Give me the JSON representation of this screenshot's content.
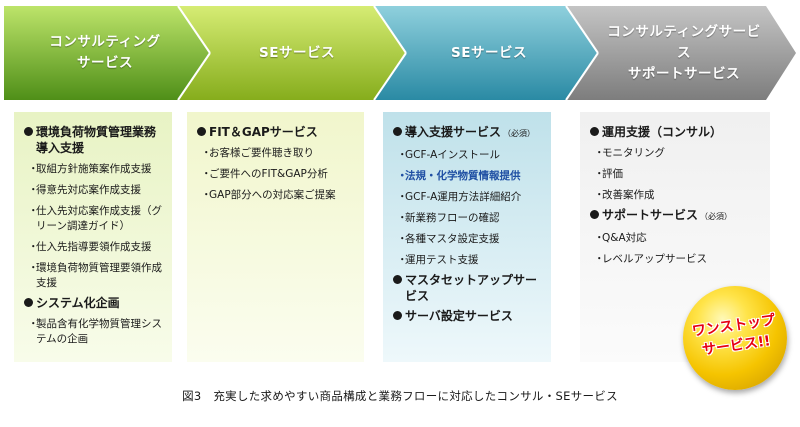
{
  "phases": [
    {
      "lines": [
        "コンサルティング",
        "サービス"
      ],
      "colors": {
        "top": "#bde46a",
        "bottom": "#4f8f18"
      }
    },
    {
      "lines": [
        "SEサービス"
      ],
      "colors": {
        "top": "#d6ec74",
        "bottom": "#86ad1c"
      }
    },
    {
      "lines": [
        "SEサービス"
      ],
      "colors": {
        "top": "#8fd0dd",
        "bottom": "#2a8aa4"
      }
    },
    {
      "lines": [
        "コンサルティングサービス",
        "サポートサービス"
      ],
      "colors": {
        "top": "#c4c4c4",
        "bottom": "#7d7d7d"
      }
    }
  ],
  "columns": [
    {
      "items": [
        {
          "type": "major",
          "text": "環境負荷物質管理業務導入支援"
        },
        {
          "type": "sub",
          "text": "取組方針施策案作成支援"
        },
        {
          "type": "sub",
          "text": "得意先対応案作成支援"
        },
        {
          "type": "sub",
          "text": "仕入先対応案作成支援（グリーン調達ガイド）"
        },
        {
          "type": "sub",
          "text": "仕入先指導要領作成支援"
        },
        {
          "type": "sub",
          "text": "環境負荷物質管理要領作成支援"
        },
        {
          "type": "major",
          "text": "システム化企画"
        },
        {
          "type": "sub",
          "text": "製品含有化学物質管理システムの企画"
        }
      ]
    },
    {
      "items": [
        {
          "type": "major",
          "text": "FIT＆GAPサービス"
        },
        {
          "type": "sub",
          "text": "お客様ご要件聴き取り"
        },
        {
          "type": "sub",
          "text": "ご要件へのFIT&GAP分析"
        },
        {
          "type": "sub",
          "text": "GAP部分への対応案ご提案"
        }
      ]
    },
    {
      "items": [
        {
          "type": "major",
          "text": "導入支援サービス",
          "note": "（必須）"
        },
        {
          "type": "sub",
          "text": "GCF-Aインストール"
        },
        {
          "type": "sub",
          "text": "法規・化学物質情報提供",
          "highlight": true
        },
        {
          "type": "sub",
          "text": "GCF-A運用方法詳細紹介"
        },
        {
          "type": "sub",
          "text": "新業務フローの確認"
        },
        {
          "type": "sub",
          "text": "各種マスタ設定支援"
        },
        {
          "type": "sub",
          "text": "運用テスト支援"
        },
        {
          "type": "major",
          "text": "マスタセットアップサービス"
        },
        {
          "type": "major",
          "text": "サーバ設定サービス"
        }
      ]
    },
    {
      "items": [
        {
          "type": "major",
          "text": "運用支援（コンサル）"
        },
        {
          "type": "sub",
          "text": "モニタリング"
        },
        {
          "type": "sub",
          "text": "評価"
        },
        {
          "type": "sub",
          "text": "改善案作成"
        },
        {
          "type": "major",
          "text": "サポートサービス",
          "note": "（必須）"
        },
        {
          "type": "sub",
          "text": "Q&A対応"
        },
        {
          "type": "sub",
          "text": "レベルアップサービス"
        }
      ]
    }
  ],
  "badge": {
    "lines": [
      "ワンストップ",
      "サービス!!"
    ],
    "color": "#e60012"
  },
  "caption": "図3　充実した求めやすい商品構成と業務フローに対応したコンサル・SEサービス",
  "highlight_color": "#1f4fa3"
}
